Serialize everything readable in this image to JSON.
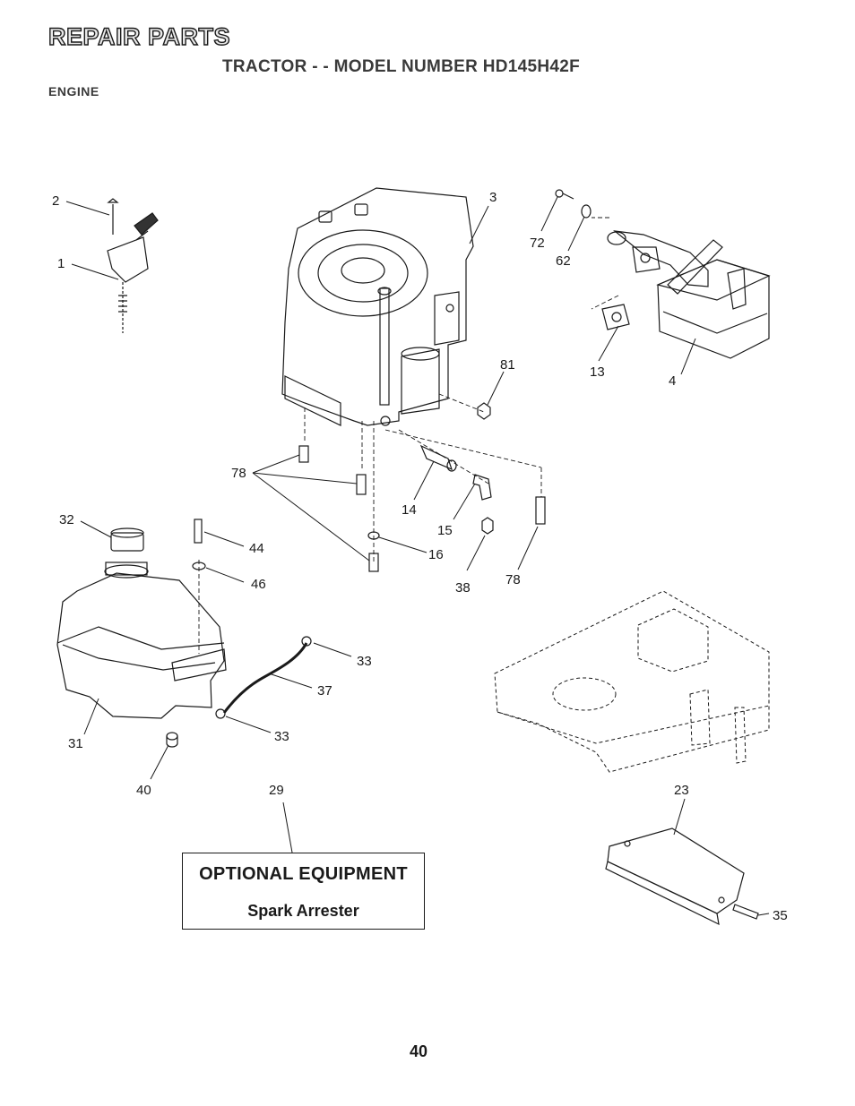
{
  "header": {
    "title": "REPAIR PARTS",
    "subtitle": "TRACTOR - - MODEL NUMBER HD145H42F",
    "section": "ENGINE"
  },
  "callouts": {
    "c1": "1",
    "c2": "2",
    "c3": "3",
    "c4": "4",
    "c13": "13",
    "c14": "14",
    "c15": "15",
    "c16": "16",
    "c23": "23",
    "c29": "29",
    "c31": "31",
    "c32": "32",
    "c33a": "33",
    "c33b": "33",
    "c35": "35",
    "c37": "37",
    "c38": "38",
    "c40": "40",
    "c44": "44",
    "c46": "46",
    "c62": "62",
    "c72": "72",
    "c78a": "78",
    "c78b": "78",
    "c81": "81"
  },
  "optional_equipment": {
    "title": "OPTIONAL EQUIPMENT",
    "item": "Spark Arrester"
  },
  "page_number": "40"
}
